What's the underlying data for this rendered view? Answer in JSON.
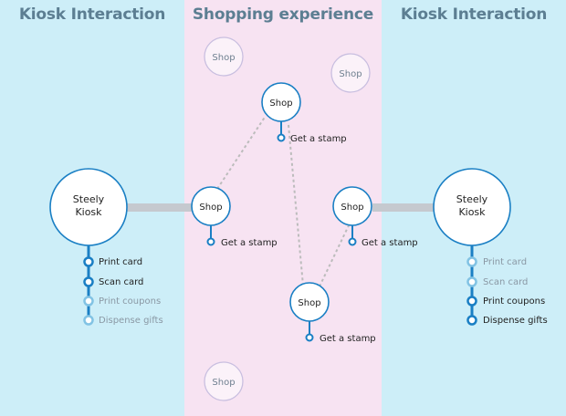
{
  "sections": {
    "left_title": "Kiosk Interaction",
    "middle_title": "Shopping experience",
    "right_title": "Kiosk Interaction"
  },
  "left_kiosk": {
    "label_line1": "Steely",
    "label_line2": "Kiosk",
    "steps": [
      {
        "label": "Print card",
        "active": true
      },
      {
        "label": "Scan card",
        "active": true
      },
      {
        "label": "Print coupons",
        "active": false
      },
      {
        "label": "Dispense gifts",
        "active": false
      }
    ]
  },
  "right_kiosk": {
    "label_line1": "Steely",
    "label_line2": "Kiosk",
    "steps": [
      {
        "label": "Print card",
        "active": false
      },
      {
        "label": "Scan card",
        "active": false
      },
      {
        "label": "Print coupons",
        "active": true
      },
      {
        "label": "Dispense gifts",
        "active": true
      }
    ]
  },
  "shops": {
    "faded": [
      {
        "label": "Shop"
      },
      {
        "label": "Shop"
      },
      {
        "label": "Shop"
      }
    ],
    "active": [
      {
        "label": "Shop",
        "stamp": "Get a stamp"
      },
      {
        "label": "Shop",
        "stamp": "Get a stamp"
      },
      {
        "label": "Shop",
        "stamp": "Get a stamp"
      },
      {
        "label": "Shop",
        "stamp": "Get a stamp"
      }
    ]
  },
  "colors": {
    "kiosk_bg": "#cdeef8",
    "shopping_bg": "#f7e3f2",
    "title": "#5c7e92",
    "node_border": "#1a7fc4",
    "node_fill": "#ffffff",
    "faded_border": "#c9bfe0",
    "faded_text": "#6f8090",
    "connector": "#c5c9cf",
    "path_dots": "#bcbcbc",
    "active_step": "#1a7fc4",
    "inactive_step": "#82c3e4",
    "active_text": "#222222",
    "inactive_text": "#8a98a4"
  }
}
